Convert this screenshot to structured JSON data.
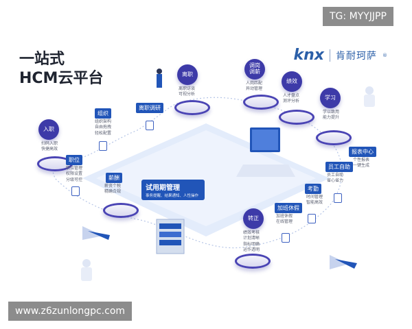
{
  "watermark_top": "TG: MYYJJPP",
  "watermark_bottom": "www.z6zunlongpc.com",
  "title_line1": "一站式",
  "title_line2": "HCM云平台",
  "logo": {
    "mark": "knx",
    "brand": "肯耐珂萨",
    "reg": "®"
  },
  "nodes": {
    "ruzhi": {
      "label": "入职",
      "desc1": "扫码入职",
      "desc2": "快捷高效"
    },
    "zhiwei": {
      "label": "职位",
      "desc1": "职位管理",
      "desc2": "权限设置",
      "desc3": "分级可控"
    },
    "zuzhi": {
      "label": "组织",
      "desc1": "组织架构",
      "desc2": "自由拖拽",
      "desc3": "轻松配置"
    },
    "xinchou": {
      "label": "薪酬",
      "desc1": "薪资个税",
      "desc2": "精确合规"
    },
    "lizhi": {
      "label": "离职",
      "desc1": "离职访谈",
      "desc2": "可视分析"
    },
    "lizhi_tag": "离职调研",
    "diaogang": {
      "label1": "调岗",
      "label2": "调薪",
      "desc1": "人岗匹配",
      "desc2": "异动管理"
    },
    "jixiao": {
      "label": "绩效",
      "desc1": "人才盘点",
      "desc2": "测评分析"
    },
    "xuexi": {
      "label": "学习",
      "desc1": "学以致用",
      "desc2": "能力提升"
    },
    "baobiao": {
      "label": "报表中心",
      "desc1": "个性报表",
      "desc2": "一键生成"
    },
    "yuangong": {
      "label": "员工自助",
      "desc1": "员工自助",
      "desc2": "省心省力"
    },
    "kaoqin": {
      "label": "考勤",
      "desc1": "时间管理",
      "desc2": "智能高效"
    },
    "jiaban": {
      "label": "加班休假",
      "desc1": "加班休假",
      "desc2": "在线管理"
    },
    "zhuanzheng": {
      "label": "转正",
      "desc1": "绩效考核",
      "desc2": "计划清晰",
      "desc3": "指标明确",
      "desc4": "运作透明"
    },
    "shiyong": {
      "label": "试用期管理",
      "desc": "事务提醒、结果通知、人性操作"
    }
  },
  "colors": {
    "primary": "#2155b8",
    "node": "#3d3aa8",
    "platform": "#e8f0fc"
  }
}
